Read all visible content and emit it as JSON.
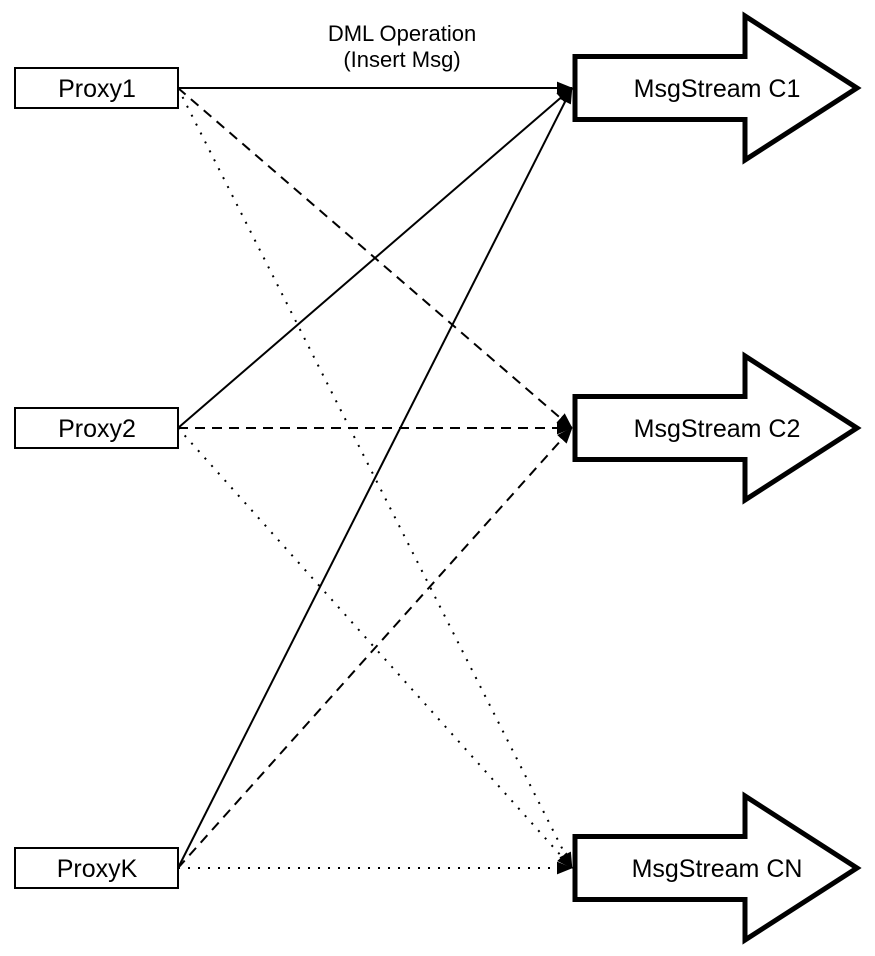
{
  "colors": {
    "background": "#ffffff",
    "line": "#000000",
    "node_fill": "#ffffff",
    "text": "#000000"
  },
  "caption": {
    "line1": "DML Operation",
    "line2": "(Insert Msg)"
  },
  "nodes": {
    "proxies": [
      {
        "label": "Proxy1"
      },
      {
        "label": "Proxy2"
      },
      {
        "label": "ProxyK"
      }
    ],
    "streams": [
      {
        "label": "MsgStream C1"
      },
      {
        "label": "MsgStream C2"
      },
      {
        "label": "MsgStream CN"
      }
    ]
  },
  "edges": [
    {
      "from": "Proxy1",
      "to": "MsgStream C1",
      "style": "solid"
    },
    {
      "from": "Proxy2",
      "to": "MsgStream C1",
      "style": "solid"
    },
    {
      "from": "ProxyK",
      "to": "MsgStream C1",
      "style": "solid"
    },
    {
      "from": "Proxy1",
      "to": "MsgStream C2",
      "style": "dashed"
    },
    {
      "from": "Proxy2",
      "to": "MsgStream C2",
      "style": "dashed"
    },
    {
      "from": "ProxyK",
      "to": "MsgStream C2",
      "style": "dashed"
    },
    {
      "from": "Proxy1",
      "to": "MsgStream CN",
      "style": "dotted"
    },
    {
      "from": "Proxy2",
      "to": "MsgStream CN",
      "style": "dotted"
    },
    {
      "from": "ProxyK",
      "to": "MsgStream CN",
      "style": "dotted"
    }
  ]
}
